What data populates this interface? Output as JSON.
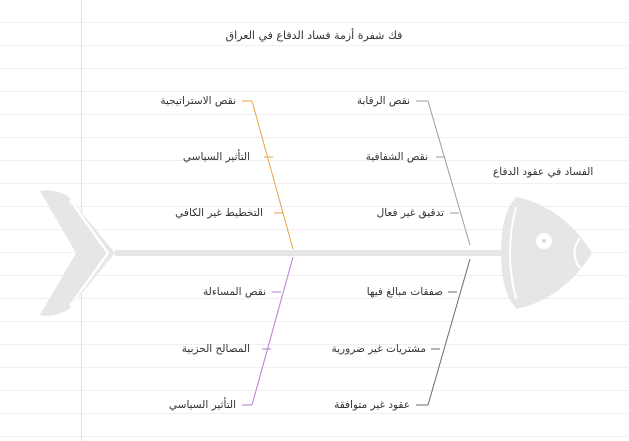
{
  "title": "فك شفرة أزمة فساد الدفاع في العراق",
  "head_label": "الفساد في عقود الدفاع",
  "branches": {
    "top_left": {
      "color": "#e8a24a",
      "causes": [
        "نقص الاستراتيجية",
        "التأثير السياسي",
        "التخطيط غير الكافي"
      ]
    },
    "top_right": {
      "color": "#9e9e9e",
      "causes": [
        "نقص الرقابة",
        "نقص الشفافية",
        "تدقيق غير فعال"
      ]
    },
    "bottom_left": {
      "color": "#b47cd6",
      "causes": [
        "نقص المساءلة",
        "المصالح الحزبية",
        "التأثير السياسي"
      ]
    },
    "bottom_right": {
      "color": "#6b6b6b",
      "causes": [
        "صفقات مبالغ فيها",
        "مشتريات غير ضرورية",
        "عقود غير متوافقة"
      ]
    }
  },
  "fish_color": "#e6e6e6"
}
